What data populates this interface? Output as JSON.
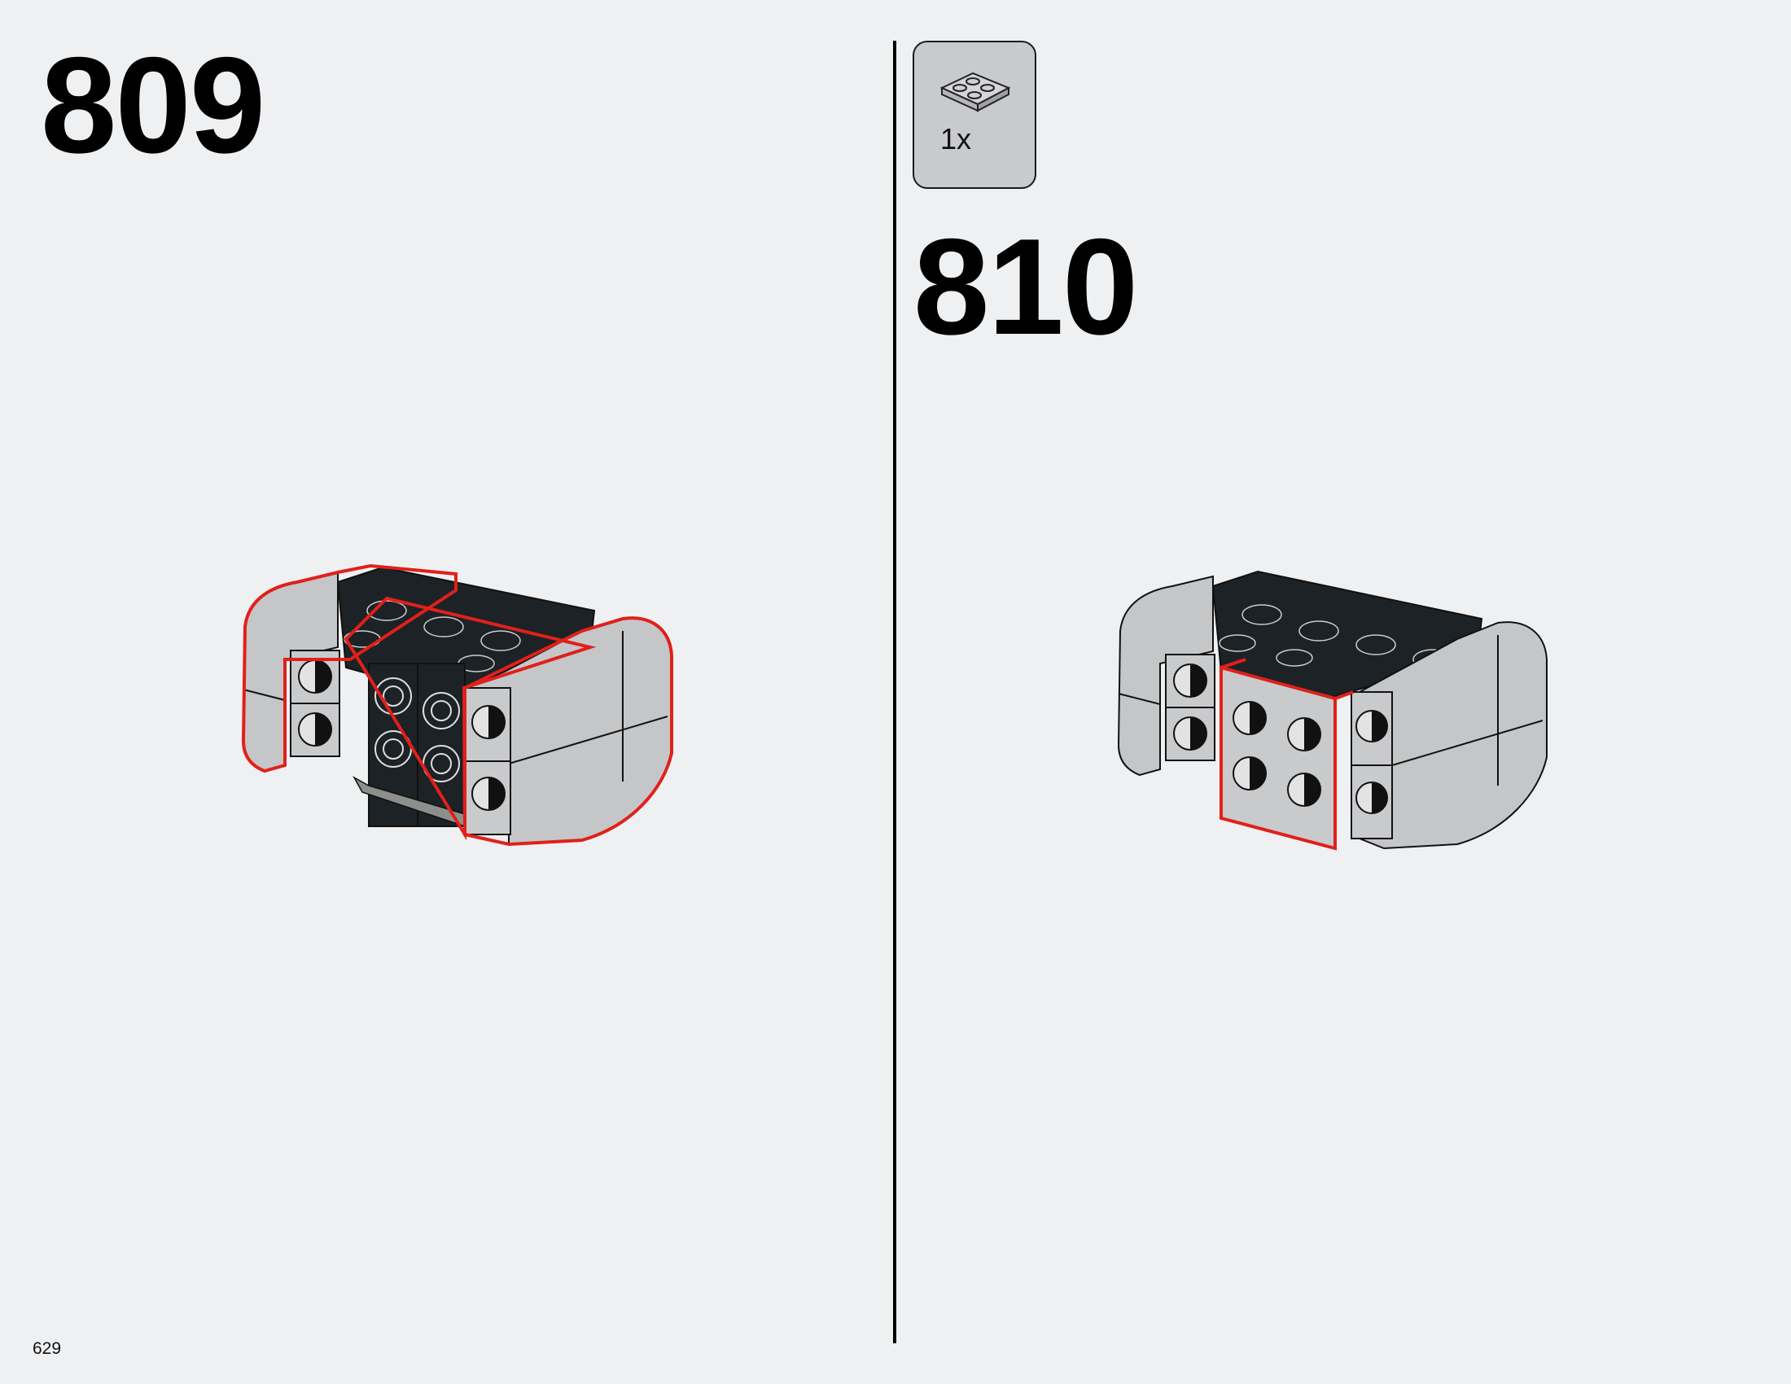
{
  "page": {
    "number": "629"
  },
  "steps": [
    {
      "number": "809"
    },
    {
      "number": "810",
      "parts": [
        {
          "quantity": "1x",
          "part": "2x2 plate",
          "color": "#c8c8c8"
        }
      ]
    }
  ],
  "colors": {
    "highlight": "#e0201b",
    "light_gray": "#c8c8c8",
    "dark_part": "#1c2226",
    "background": "#eff0f2"
  }
}
